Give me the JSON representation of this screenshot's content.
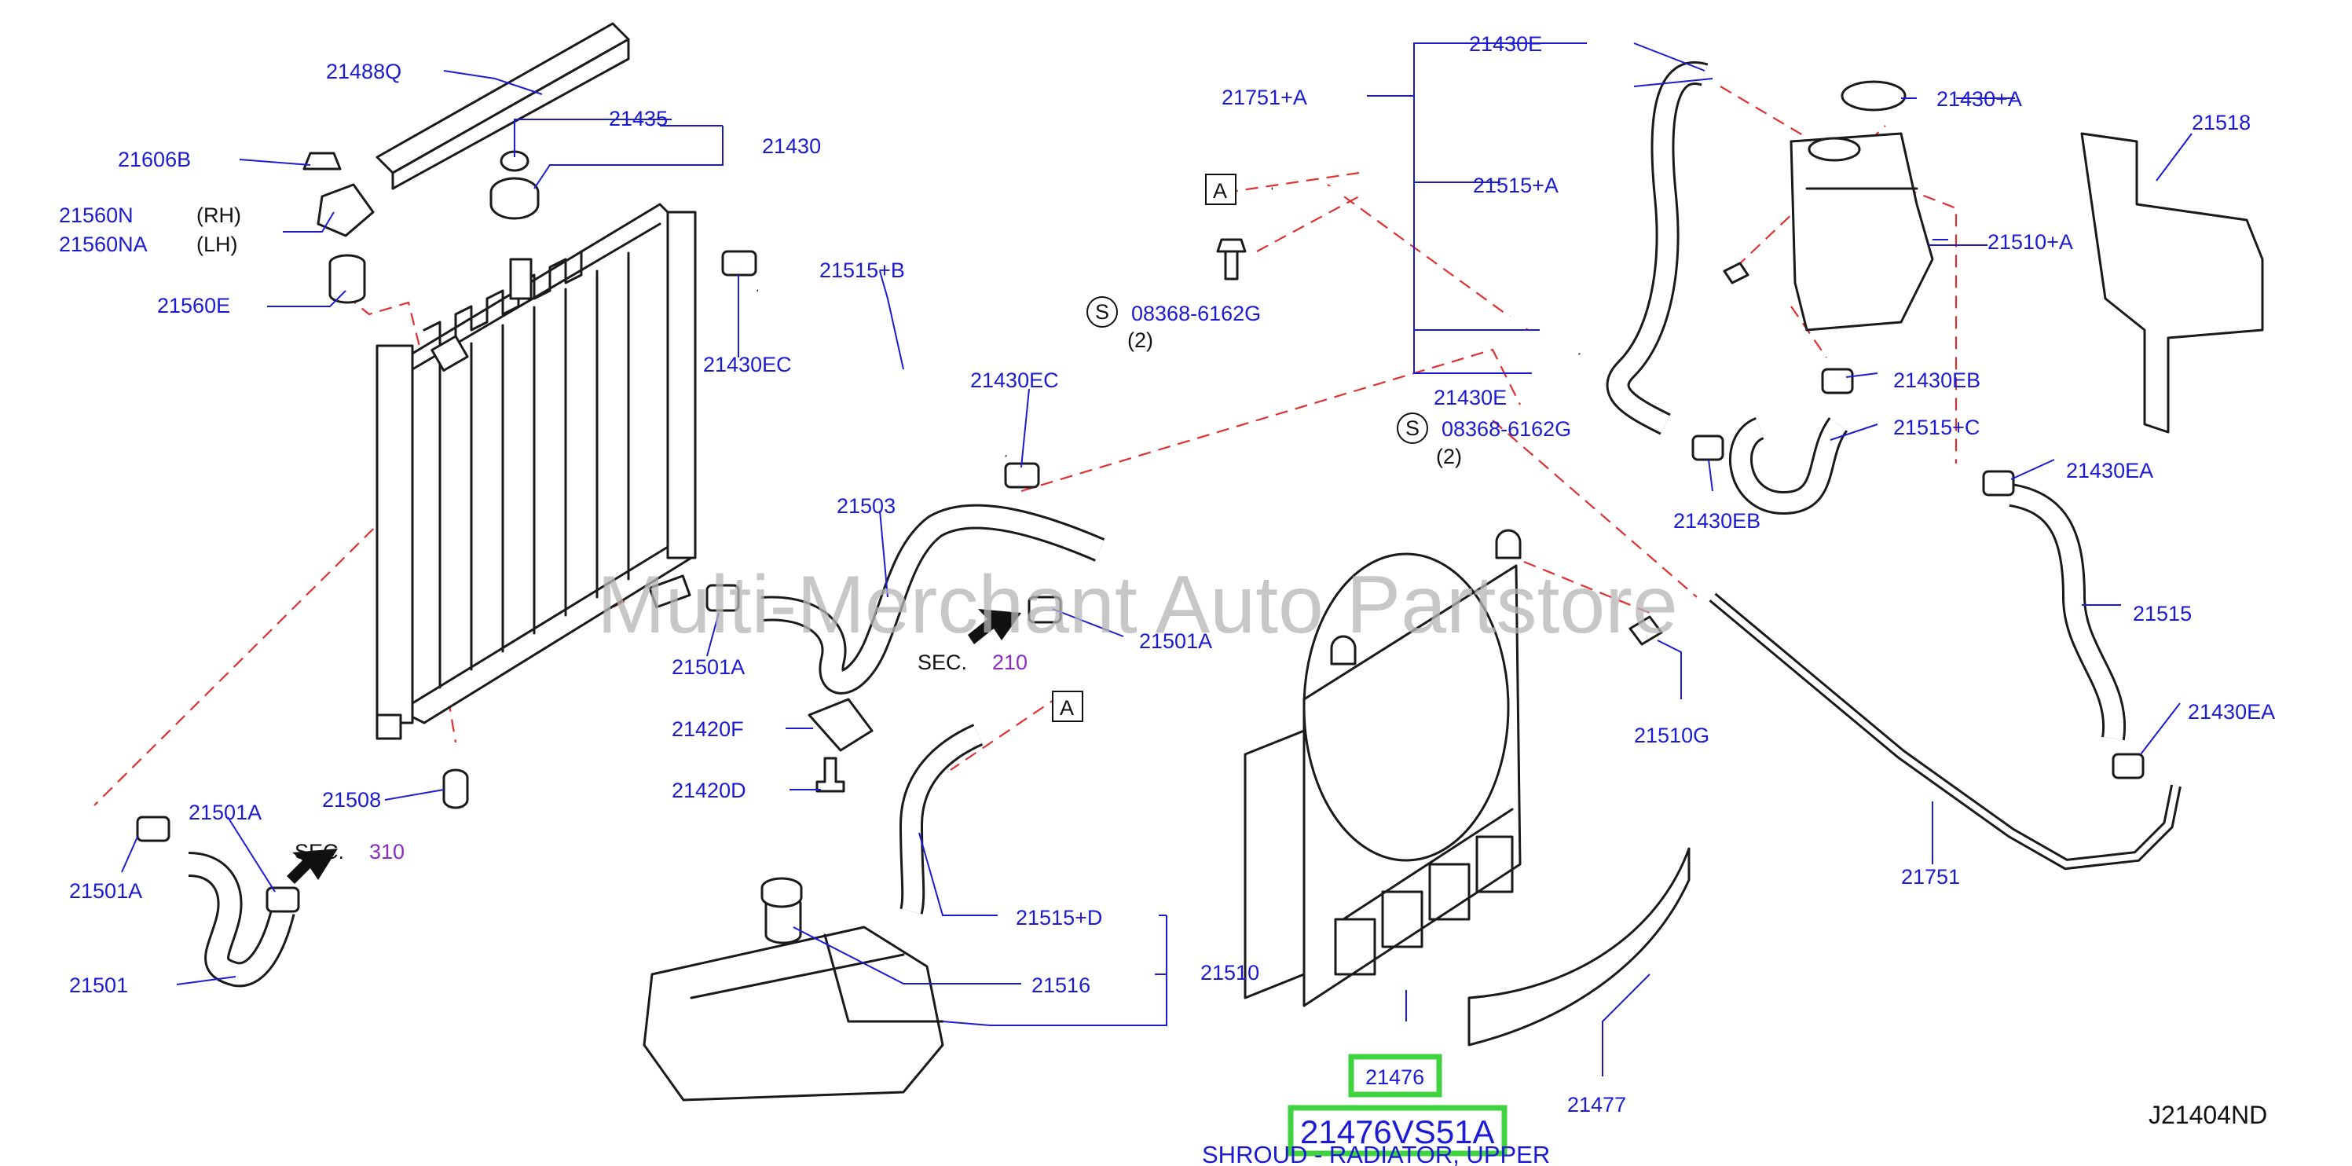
{
  "labels": {
    "l21488Q": "21488Q",
    "l21435": "21435",
    "l21430": "21430",
    "l21606B": "21606B",
    "l21560N": "21560N",
    "l21560NA": "21560NA",
    "l_rh": "(RH)",
    "l_lh": "(LH)",
    "l21560E": "21560E",
    "l21430EC_a": "21430EC",
    "l21515B": "21515+B",
    "l21430EC_b": "21430EC",
    "l21503": "21503",
    "l21501A_a": "21501A",
    "l21501A_b": "21501A",
    "l21501A_c": "21501A",
    "l21501A_d": "21501A",
    "l21420F": "21420F",
    "l21420D": "21420D",
    "l21508": "21508",
    "l21501": "21501",
    "l21515D": "21515+D",
    "l21516": "21516",
    "l21510": "21510",
    "l21476": "21476",
    "l21477": "21477",
    "l21510G": "21510G",
    "l21430E_a": "21430E",
    "l21751A": "21751+A",
    "l21515A": "21515+A",
    "l21430E_b": "21430E",
    "l08368_a": "08368-6162G",
    "l08368_b": "08368-6162G",
    "l_qty2_a": "(2)",
    "l_qty2_b": "(2)",
    "l21430A": "21430+A",
    "l21510A": "21510+A",
    "l21430EB_a": "21430EB",
    "l21515C": "21515+C",
    "l21430EB_b": "21430EB",
    "l21518": "21518",
    "l21430EA_a": "21430EA",
    "l21515": "21515",
    "l21430EA_b": "21430EA",
    "l21751": "21751"
  },
  "sec": [
    {
      "word": "SEC.",
      "num": "210"
    },
    {
      "word": "SEC.",
      "num": "310"
    }
  ],
  "ref_markers": {
    "a1": "A",
    "a2": "A",
    "s1": "S",
    "s2": "S"
  },
  "watermark": "Multi-Merchant Auto Partstore",
  "highlight": {
    "part_number": "21476VS51A",
    "description": "SHROUD - RADIATOR, UPPER"
  },
  "diagram_code": "J21404ND",
  "colors": {
    "label_blue": "#1b1bd6",
    "section_purple": "#8a2bc4",
    "dash_red": "#e03030",
    "highlight_green": "#3fd43f",
    "line_black": "#1a1a1a"
  }
}
